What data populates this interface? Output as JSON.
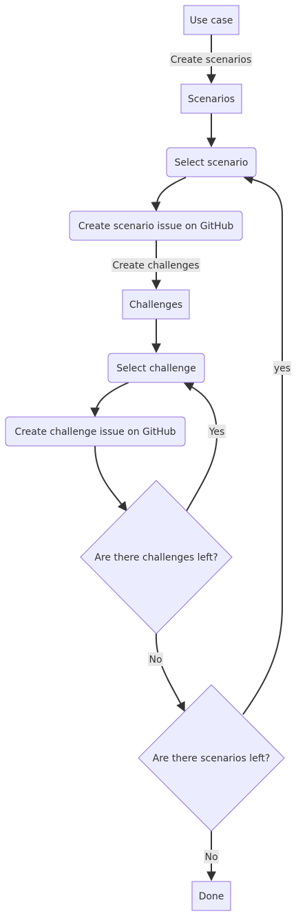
{
  "nodes": {
    "use_case": "Use case",
    "scenarios": "Scenarios",
    "select_scenario": "Select scenario",
    "create_scenario_issue": "Create scenario issue on GitHub",
    "challenges": "Challenges",
    "select_challenge": "Select challenge",
    "create_challenge_issue": "Create challenge issue on GitHub",
    "challenges_left": "Are there challenges left?",
    "scenarios_left": "Are there scenarios left?",
    "done": "Done"
  },
  "edges": {
    "create_scenarios": "Create scenarios",
    "create_challenges": "Create challenges",
    "challenges_yes": "Yes",
    "challenges_no": "No",
    "scenarios_yes": "yes",
    "scenarios_no": "No"
  },
  "colors": {
    "node_fill": "#ececff",
    "node_stroke": "#9370db",
    "edge": "#333333",
    "label_bg": "#e8e8e8"
  }
}
